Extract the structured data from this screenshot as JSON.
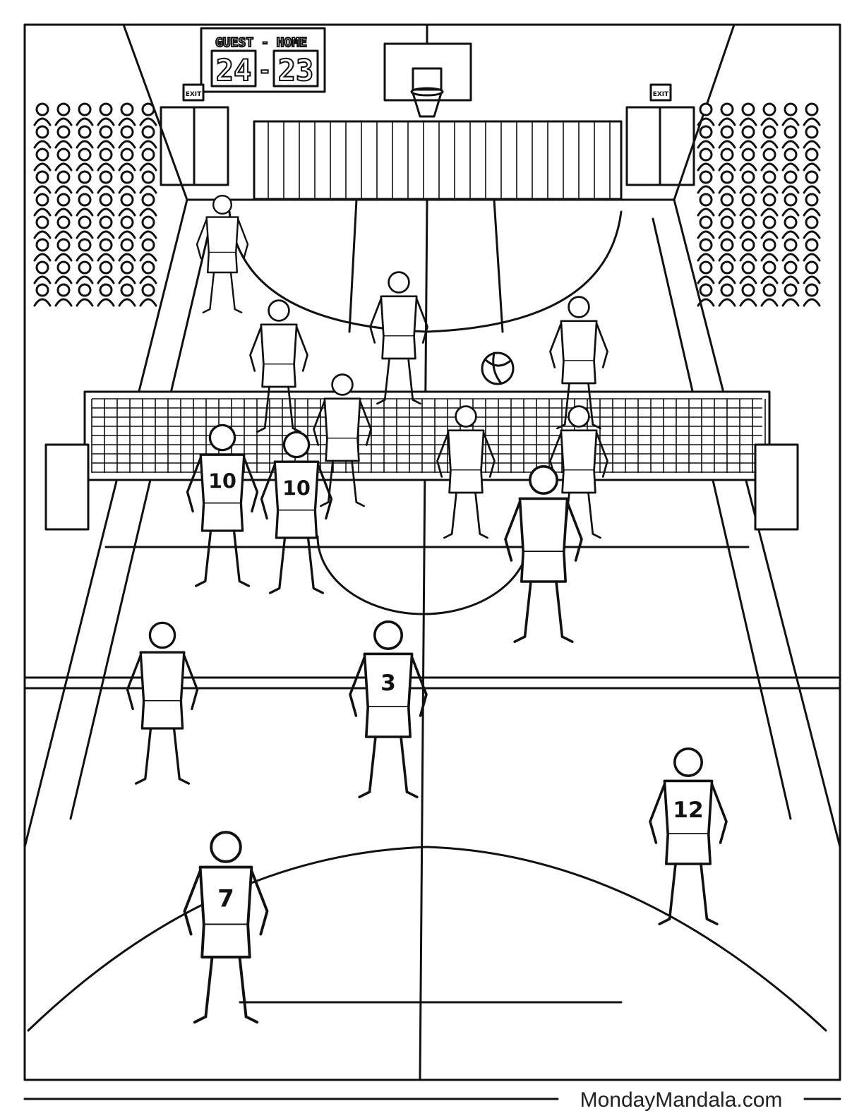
{
  "scoreboard": {
    "label": "GUEST - HOME",
    "guest_score": "24",
    "separator": "-",
    "home_score": "23"
  },
  "exit_signs": [
    "EXIT",
    "EXIT"
  ],
  "jerseys": [
    "10",
    "10",
    "3",
    "12",
    "7"
  ],
  "footer": {
    "credit": "MondayMandala.com"
  }
}
